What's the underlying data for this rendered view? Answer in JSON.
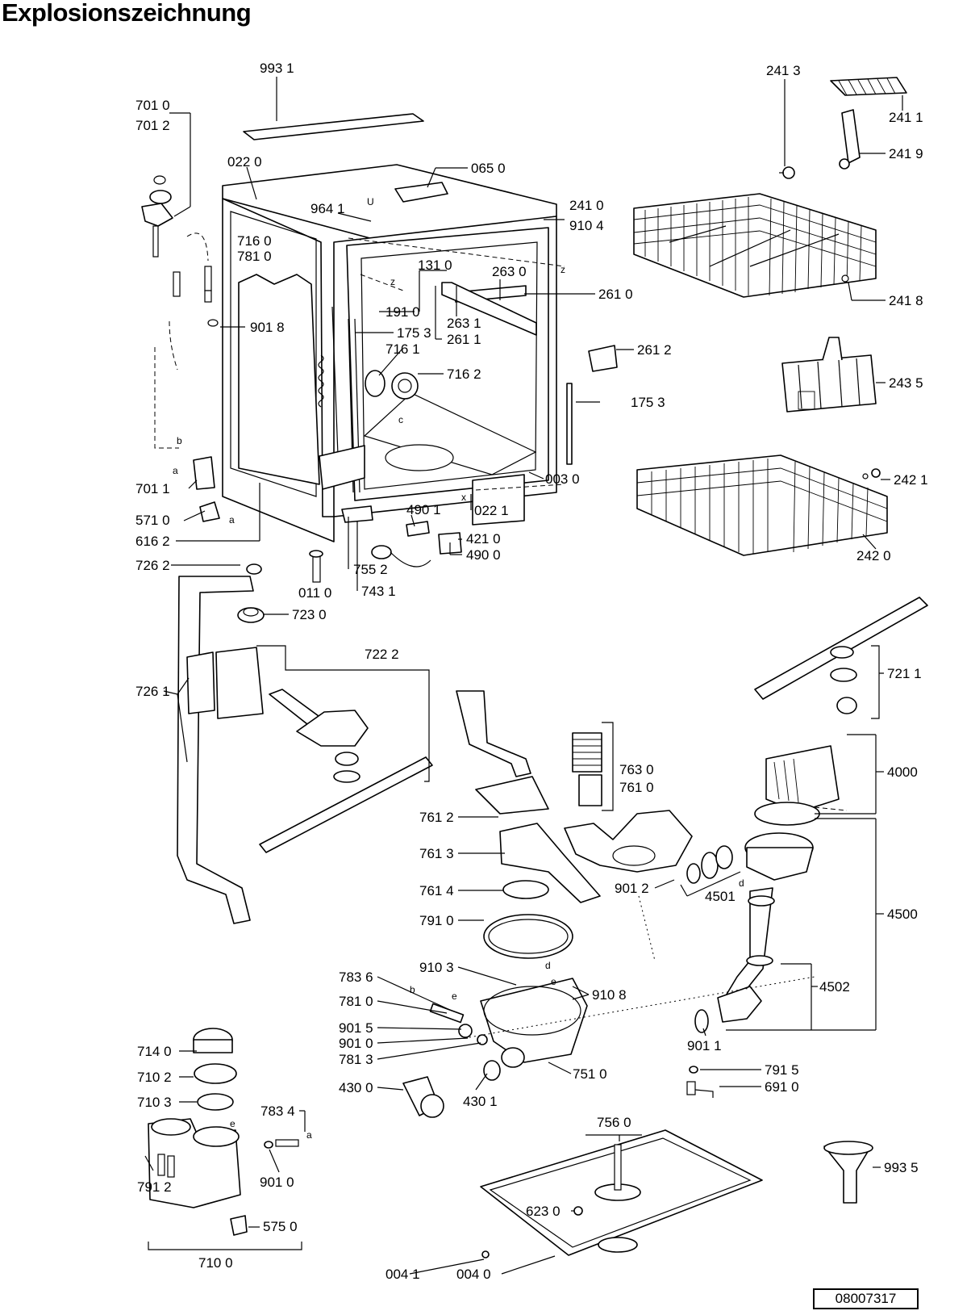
{
  "title": "Explosionszeichnung",
  "document_number": "08007317",
  "labels": {
    "l_9931": "993 1",
    "l_7010": "701 0",
    "l_7012": "701 2",
    "l_0220": "022 0",
    "l_0650": "065 0",
    "l_9641": "964 1",
    "l_9104": "910 4",
    "l_7160": "716 0",
    "l_7810": "781 0",
    "l_1310": "131 0",
    "l_2630": "263 0",
    "l_2610": "261 0",
    "l_1910": "191 0",
    "l_2631": "263 1",
    "l_2611": "261 1",
    "l_9018": "901 8",
    "l_1753a": "175 3",
    "l_7161": "716 1",
    "l_7162": "716 2",
    "l_2612": "261 2",
    "l_1753b": "175 3",
    "l_0030": "003 0",
    "l_7011": "701 1",
    "l_4901": "490 1",
    "l_0221": "022 1",
    "l_5710": "571 0",
    "l_4210": "421 0",
    "l_6162": "616 2",
    "l_4900": "490 0",
    "l_7262": "726 2",
    "l_7552": "755 2",
    "l_0110": "011 0",
    "l_7431": "743 1",
    "l_7230": "723 0",
    "l_7222": "722 2",
    "l_7261": "726 1",
    "l_2413": "241 3",
    "l_2411": "241 1",
    "l_2419": "241 9",
    "l_2410": "241 0",
    "l_2418": "241 8",
    "l_2435": "243 5",
    "l_2421": "242 1",
    "l_2420": "242 0",
    "l_7211": "721 1",
    "l_4000": "4000",
    "l_7630": "763 0",
    "l_7610": "761 0",
    "l_7612": "761 2",
    "l_7613": "761 3",
    "l_7614": "761 4",
    "l_9012": "901 2",
    "l_4501": "4501",
    "l_4500": "4500",
    "l_7910": "791 0",
    "l_9103": "910 3",
    "l_9108": "910 8",
    "l_7836": "783 6",
    "l_7810b": "781 0",
    "l_9015": "901 5",
    "l_9010": "901 0",
    "l_7813": "781 3",
    "l_4502": "4502",
    "l_9011": "901 1",
    "l_7510": "751 0",
    "l_7915": "791 5",
    "l_6910": "691 0",
    "l_4300": "430 0",
    "l_4301": "430 1",
    "l_7140": "714 0",
    "l_7102": "710 2",
    "l_7103": "710 3",
    "l_7834": "783 4",
    "l_9010b": "901 0",
    "l_7912": "791 2",
    "l_5750": "575 0",
    "l_7100": "710 0",
    "l_7560": "756 0",
    "l_6230": "623 0",
    "l_9935": "993 5",
    "l_0041": "004 1",
    "l_0040": "004 0"
  },
  "letters": {
    "z1": "z",
    "z2": "z",
    "c": "c",
    "x": "x",
    "u": "U",
    "a1": "a",
    "a2": "a",
    "a3": "a",
    "b1": "b",
    "b2": "b",
    "d1": "d",
    "d2": "d",
    "e1": "e",
    "e2": "e",
    "e3": "e"
  }
}
